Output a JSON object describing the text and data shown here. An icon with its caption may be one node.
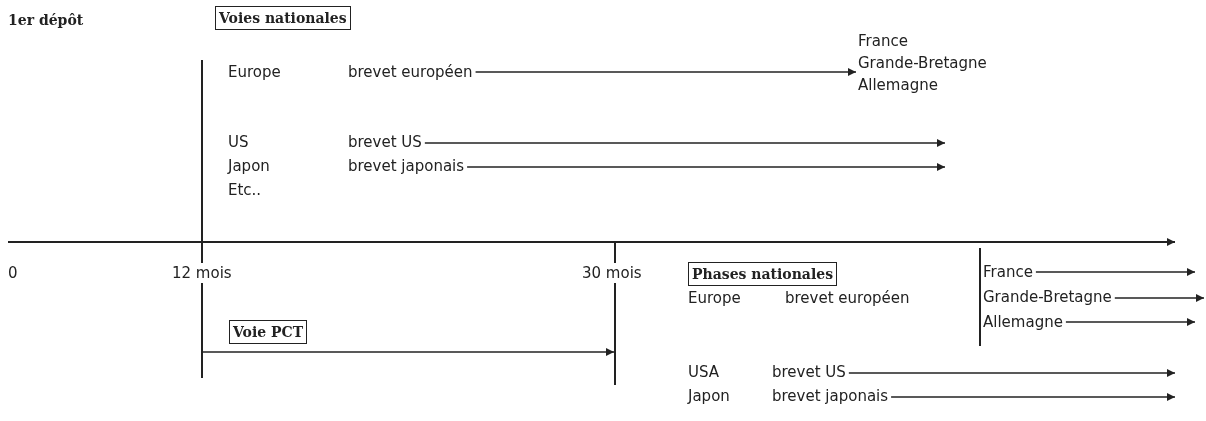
{
  "diagram": {
    "nodes": [
      {
        "text": [
          "Voies nationales"
        ]
      },
      {
        "text": [],
        "shape": "bar"
      },
      {
        "text": [
          "brevet européen"
        ]
      },
      {
        "text": [
          "France",
          "Grande-Bretagne",
          "Allemagne"
        ]
      },
      {
        "text": [
          "brevet US"
        ]
      },
      {
        "text": [
          "brevet japonais"
        ]
      },
      {
        "text": [
          "Voie PCT"
        ]
      },
      {
        "text": [],
        "shape": "bar"
      },
      {
        "text": [
          "Phases nationales"
        ]
      },
      {
        "text": [],
        "shape": "bar"
      },
      {
        "text": [
          "France"
        ]
      },
      {
        "text": [
          "Grande-Bretagne"
        ]
      },
      {
        "text": [
          "Allemagne"
        ]
      },
      {
        "text": [
          "brevet US"
        ]
      },
      {
        "text": [
          "brevet japonais"
        ]
      }
    ],
    "edges": [
      {
        "from": 2,
        "to": 3,
        "arrow": "to"
      },
      {
        "from": 4,
        "to": null,
        "arrow": "to"
      },
      {
        "from": 5,
        "to": null,
        "arrow": "to"
      },
      {
        "from": 1,
        "to": 7,
        "arrow": "to"
      },
      {
        "from": 10,
        "to": null,
        "arrow": "to"
      },
      {
        "from": 11,
        "to": null,
        "arrow": "to"
      },
      {
        "from": 12,
        "to": null,
        "arrow": "to"
      },
      {
        "from": 13,
        "to": null,
        "arrow": "to"
      },
      {
        "from": 14,
        "to": null,
        "arrow": "to"
      }
    ],
    "labels": [
      "1er dépôt",
      "Europe",
      "US",
      "Japon",
      "Etc..",
      "0",
      "12 mois",
      "30 mois",
      "Europe",
      "brevet européen",
      "USA",
      "Japon"
    ]
  }
}
